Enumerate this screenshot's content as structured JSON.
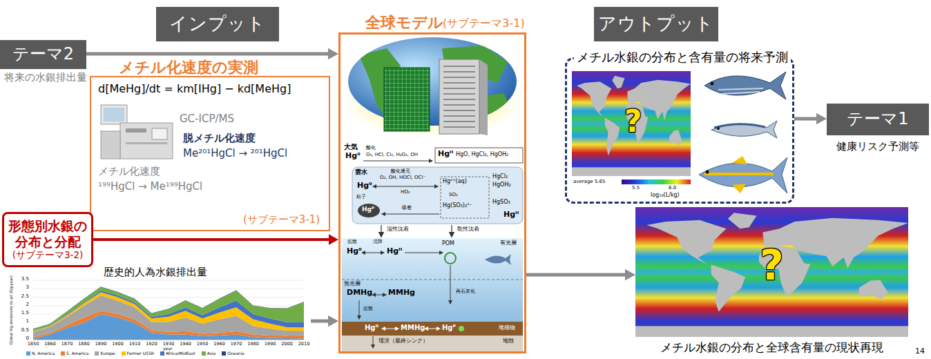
{
  "diagram": {
    "nodes": [
      {
        "text": [
          "インプット"
        ]
      },
      {
        "text": [
          "テーマ2",
          "将来の水銀排出量"
        ]
      },
      {
        "text": [
          "メチル化速度の実測",
          "d[MeHg]/dt = km[IHg] − kd[MeHg]",
          "GC-ICP/MS",
          "脱メチル化速度",
          "Me²⁰¹HgCl → ²⁰¹HgCl",
          "メチル化速度",
          "¹⁹⁹HgCl → Me¹⁹⁹HgCl",
          "(サブテーマ3-1)"
        ]
      },
      {
        "text": [
          "形態別水銀の分布と分配",
          "(サブテーマ3-2)"
        ]
      },
      {
        "text": [
          "歴史的人為水銀排出量"
        ]
      },
      {
        "text": [
          "全球モデル",
          "(サブテーマ3-1)"
        ]
      },
      {
        "text": [
          "アウトプット"
        ]
      },
      {
        "text": [
          "メチル水銀の分布と含有量の将来予測",
          "?",
          "average 5.65",
          "5.5",
          "6.0",
          "log₁₀(L/kg)"
        ]
      },
      {
        "text": [
          "テーマ1",
          "健康リスク予測等"
        ]
      },
      {
        "text": [
          "?",
          "メチル水銀の分布と全球含有量の現状再現"
        ]
      }
    ],
    "edges": [
      {
        "from": 1,
        "to": 5,
        "arrow": "to"
      },
      {
        "from": 3,
        "to": 5,
        "arrow": "to"
      },
      {
        "from": 4,
        "to": 5,
        "arrow": "to"
      },
      {
        "from": 5,
        "to": 9,
        "arrow": "to"
      },
      {
        "from": 7,
        "to": 8,
        "arrow": "to"
      }
    ],
    "labels": [
      "3.5",
      "3",
      "2.5",
      "2",
      "1.5",
      "1",
      "0.5",
      "0",
      "1850",
      "1860",
      "1870",
      "1880",
      "1890",
      "1900",
      "1910",
      "1920",
      "1930",
      "1940",
      "1950",
      "1960",
      "1970",
      "1980",
      "1990",
      "2000",
      "2010",
      "Global Hg emissions to air (Gg/year)",
      "year",
      "大気",
      "Hg⁰",
      "酸化",
      "O₃, HCl, Cl₂, H₂O₂, OH",
      "Hgᴵᴵ",
      "HgO, HgCl₂, HgOH₂",
      "雲水",
      "Hg⁰",
      "酸化還元",
      "O₂, OH, HOCl, OCl⁻",
      "HO₂",
      "Hg²⁺(aq)",
      "HgCl₂",
      "HgOH₂",
      "SO₂",
      "Hg(SO₃)₂²⁻",
      "HgSO₃",
      "Hgᴵᴵ",
      "粒子",
      "Hgᴾ",
      "吸着",
      "湿性沈着",
      "乾性沈着",
      "有光層",
      "拡散",
      "沈降",
      "Hg⁰",
      "Hgᴵᴵ",
      "POM",
      "DMHg",
      "MMHg",
      "無光層",
      "再石灰化",
      "拡散",
      "Hgᴵᴵ",
      "MMHg",
      "Hgᴾ",
      "堆積物",
      "埋没（最終シンク）",
      "地殻",
      "14"
    ],
    "legend": [
      {
        "text": "N. America",
        "color": "#5b9bd5"
      },
      {
        "text": "S. America",
        "color": "#ed7d31"
      },
      {
        "text": "Europe",
        "color": "#a5a5a5"
      },
      {
        "text": "Former USSR",
        "color": "#ffc000"
      },
      {
        "text": "Africa/MidEast",
        "color": "#4472c4"
      },
      {
        "text": "Asia",
        "color": "#70ad47"
      },
      {
        "text": "Oceania",
        "color": "#264478"
      }
    ]
  }
}
